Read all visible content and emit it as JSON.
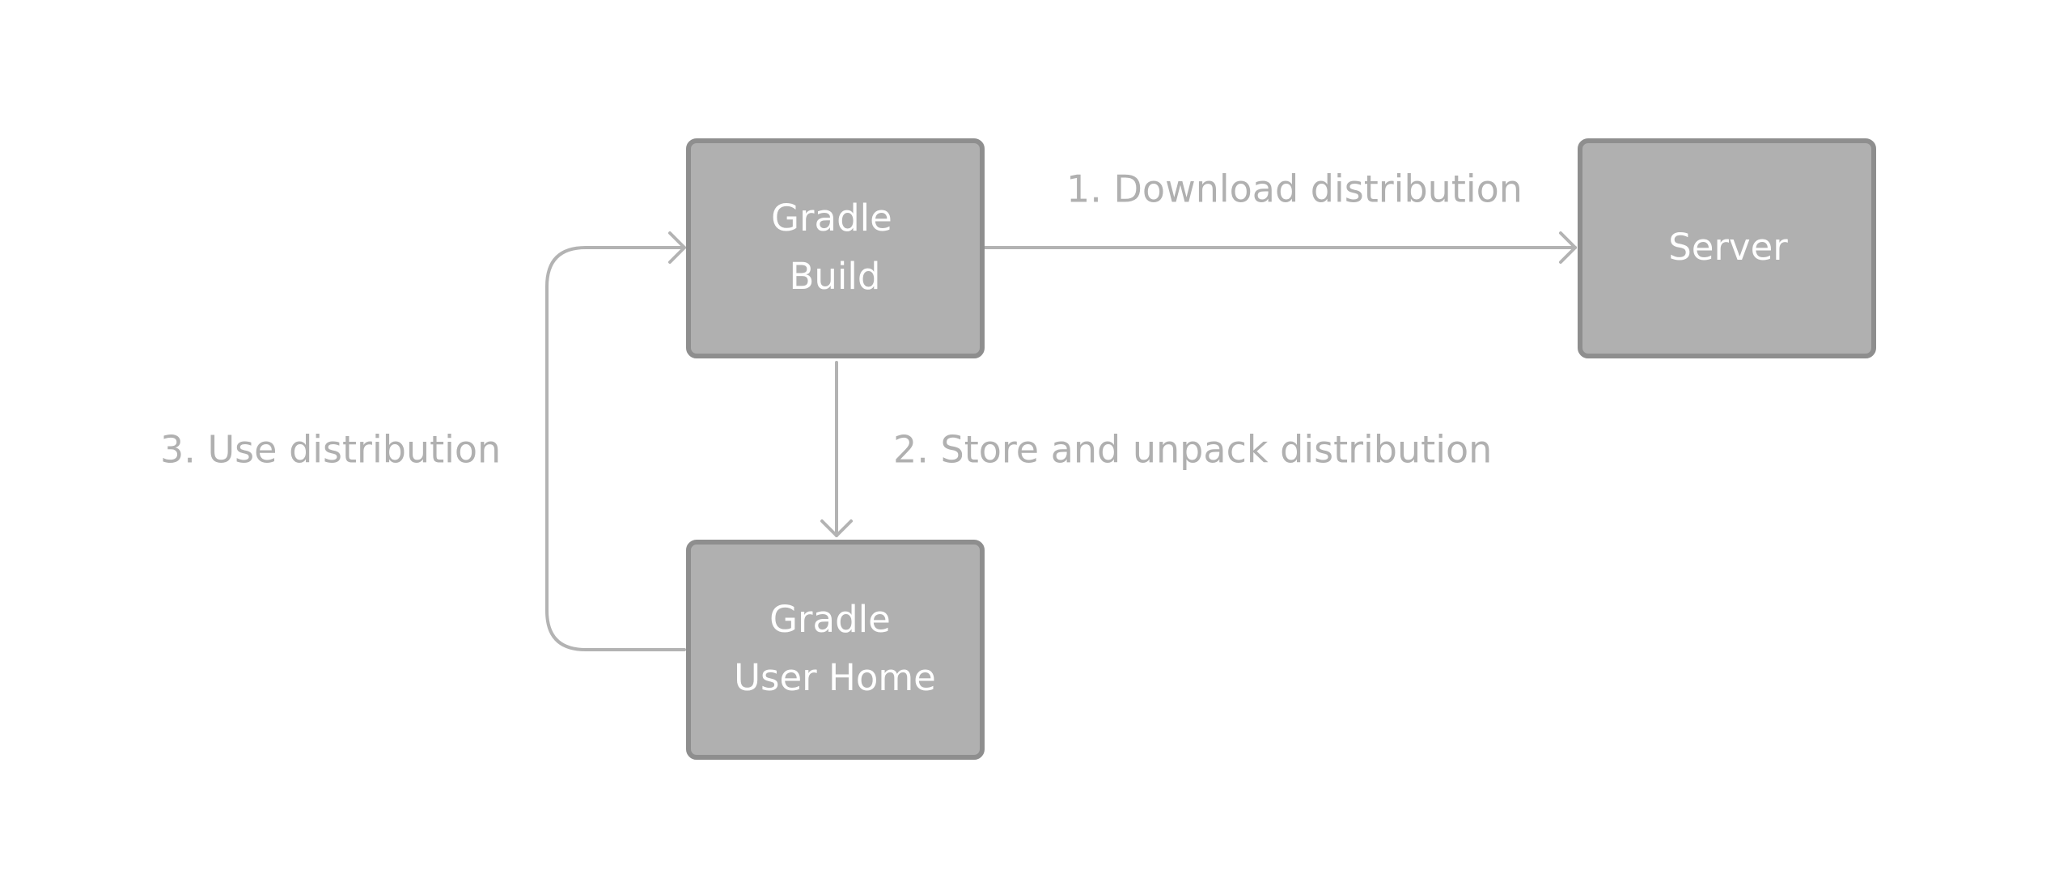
{
  "diagram": {
    "nodes": {
      "gradle_build": {
        "line1": "Gradle",
        "line2": "Build"
      },
      "server": {
        "label": "Server"
      },
      "gradle_user_home": {
        "line1": "Gradle",
        "line2": "User Home"
      }
    },
    "edges": {
      "download": {
        "label": "1. Download distribution"
      },
      "store": {
        "label": "2. Store and unpack distribution"
      },
      "use": {
        "label": "3. Use distribution"
      }
    }
  },
  "colors": {
    "node_fill": "#b0b0b0",
    "node_border": "#8e8e8e",
    "node_text": "#ffffff",
    "edge": "#b3b3b3",
    "edge_label": "#b0b0b0"
  }
}
